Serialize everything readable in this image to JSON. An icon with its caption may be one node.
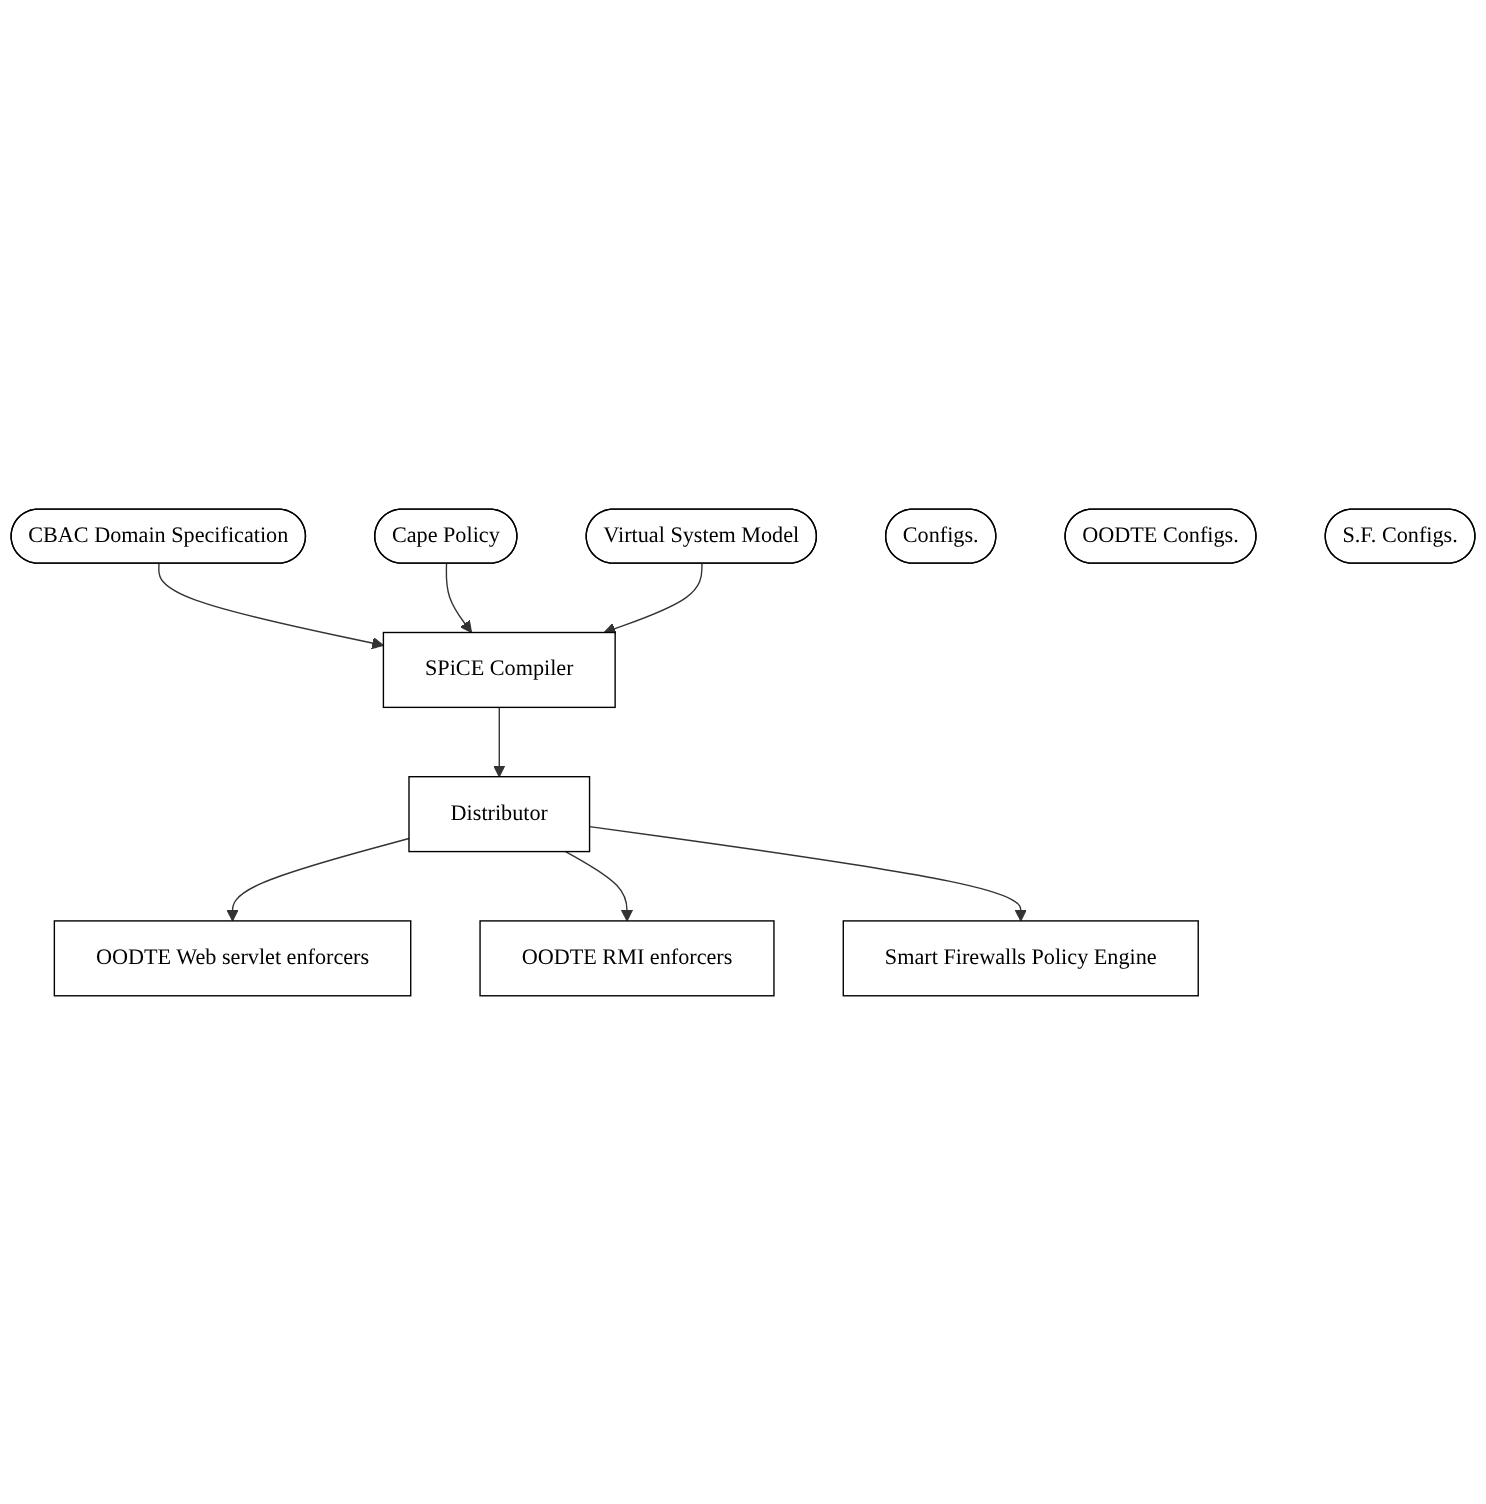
{
  "diagram": {
    "nodes": [
      {
        "text": [
          "CBAC Domain Specification"
        ]
      },
      {
        "text": [
          "Cape Policy"
        ]
      },
      {
        "text": [
          "Virtual System Model"
        ]
      },
      {
        "text": [
          "SPiCE Compiler"
        ]
      },
      {
        "text": [
          "Configs."
        ]
      },
      {
        "text": [
          "Distributor"
        ]
      },
      {
        "text": [
          "OODTE Configs."
        ]
      },
      {
        "text": [
          "S.F. Configs."
        ]
      },
      {
        "text": [
          "OODTE Web servlet enforcers"
        ]
      },
      {
        "text": [
          "OODTE RMI enforcers"
        ]
      },
      {
        "text": [
          "Smart Firewalls Policy Engine"
        ]
      }
    ],
    "edges": [
      {
        "from": 0,
        "to": 3,
        "arrow": "to"
      },
      {
        "from": 1,
        "to": 3,
        "arrow": "to"
      },
      {
        "from": 2,
        "to": 3,
        "arrow": "to"
      },
      {
        "from": 3,
        "to": 5,
        "arrow": "to"
      },
      {
        "from": 5,
        "to": 8,
        "arrow": "to"
      },
      {
        "from": 5,
        "to": 9,
        "arrow": "to"
      },
      {
        "from": 5,
        "to": 10,
        "arrow": "to"
      }
    ]
  }
}
